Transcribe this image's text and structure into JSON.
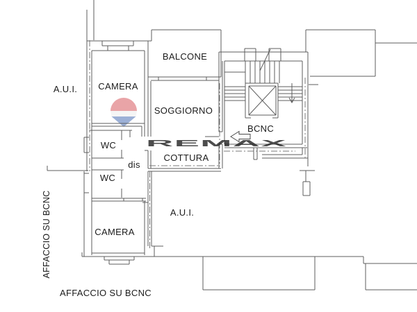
{
  "plan": {
    "type": "apartment floor plan",
    "labels": {
      "aui_left": "A.U.I.",
      "camera_top": "CAMERA",
      "balcone": "BALCONE",
      "soggiorno": "SOGGIORNO",
      "bcnc": "BCNC",
      "wc_upper": "WC",
      "dis": "dis",
      "wc_lower": "WC",
      "cottura": "COTTURA",
      "camera_bottom": "CAMERA",
      "aui_bottom": "A.U.I.",
      "affaccio_left": "AFFACCIO SU BCNC",
      "affaccio_bottom": "AFFACCIO SU BCNC"
    },
    "colors": {
      "wall_line": "#5c5c5c",
      "axis_line": "#787878",
      "label_text": "#1b1b1b"
    }
  },
  "watermark": {
    "text": "REMAX",
    "text_color": "#c6c6c6",
    "balloon_top": "#d75a5e",
    "balloon_mid": "#f4f4f4",
    "balloon_bottom": "#4a6fb4"
  }
}
